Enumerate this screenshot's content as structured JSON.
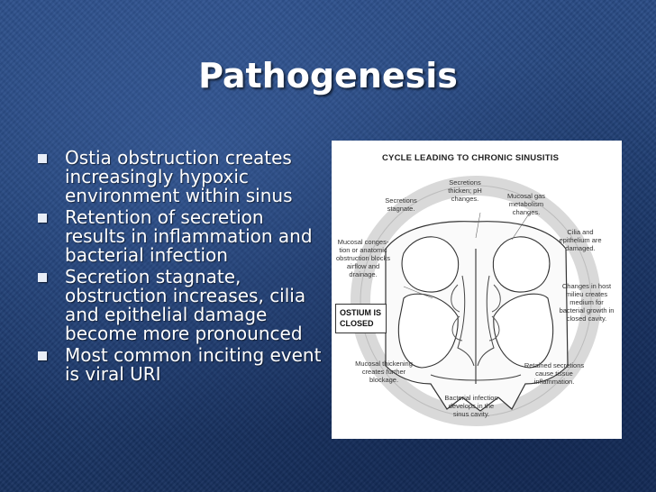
{
  "slide": {
    "title": "Pathogenesis",
    "bullets": [
      "Ostia obstruction creates increasingly hypoxic environment within sinus",
      "Retention of secretion results in inflammation and bacterial infection",
      "Secretion stagnate, obstruction increases, cilia and epithelial damage become more pronounced",
      "Most common inciting event is viral URI"
    ]
  },
  "figure": {
    "title": "CYCLE LEADING TO CHRONIC SINUSITIS",
    "labels": {
      "secretions_thicken": "Secretions thicken; pH changes.",
      "secretions_stagnate": "Secretions stagnate.",
      "mucosal_gas": "Mucosal gas metabolism changes.",
      "cilia_damaged": "Cilia and epithelium are damaged.",
      "mucosal_congestion": "Mucosal conges- tion or anatomic obstruction blocks airflow and drainage.",
      "ostium_closed": "OSTIUM IS CLOSED",
      "host_milieu": "Changes in host milieu creates medium for bacterial growth in closed cavity.",
      "mucosal_thickening": "Mucosal thickening creates further blockage.",
      "retained_secretions": "Retained secretions cause tissue inflammation.",
      "bacterial_infection": "Bacterial infection develops in the sinus cavity."
    }
  },
  "colors": {
    "background": "#1f3f74",
    "text": "#ffffff",
    "figure_background": "#ffffff"
  }
}
